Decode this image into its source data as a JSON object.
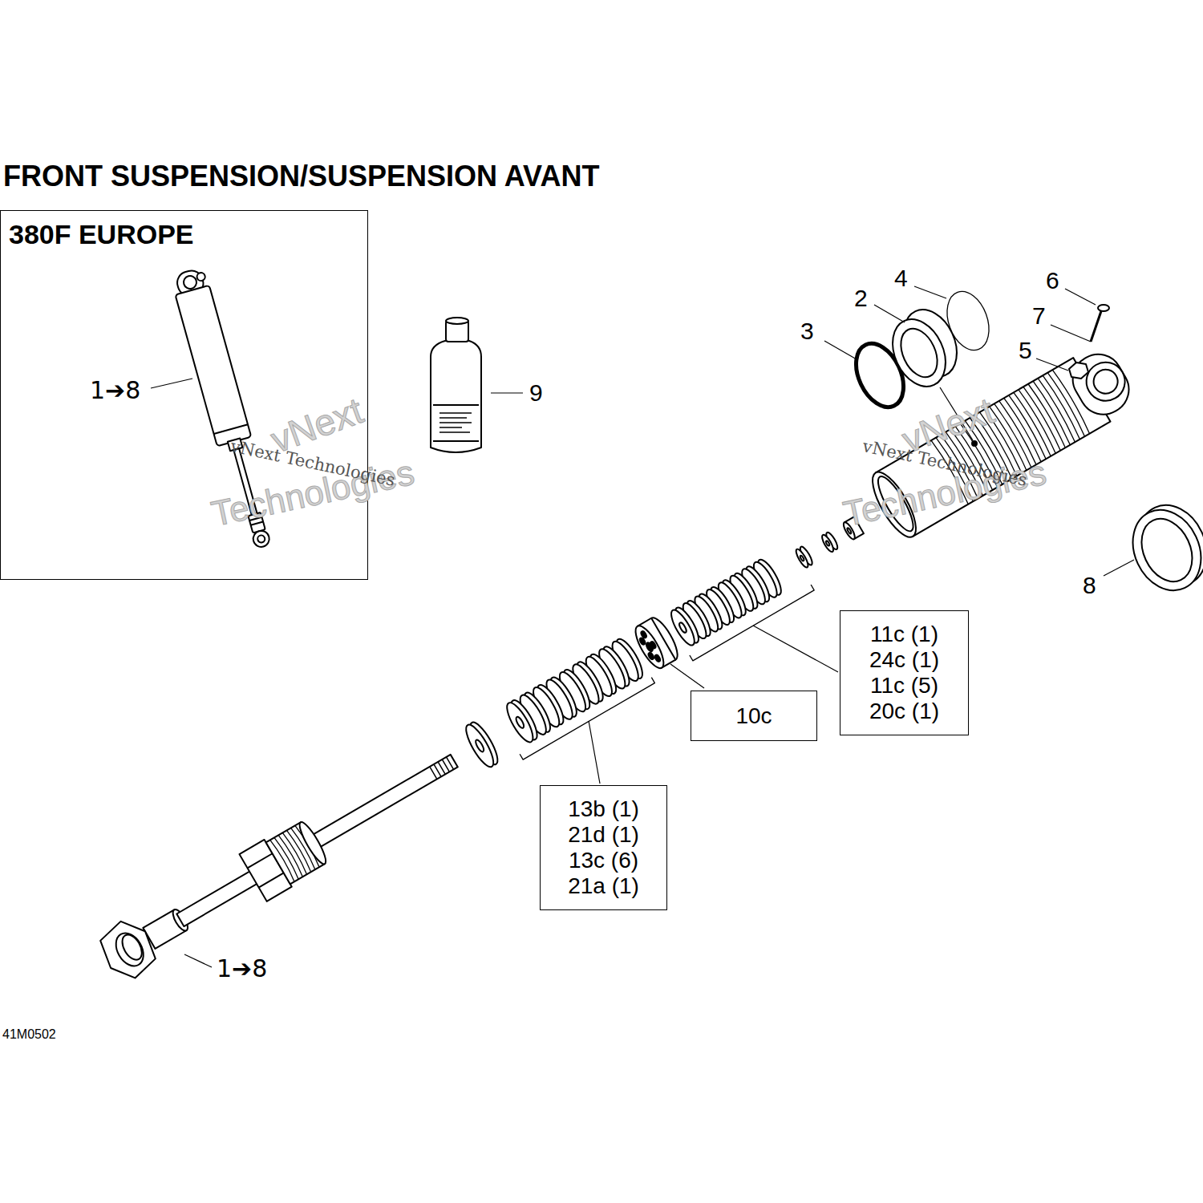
{
  "diagram": {
    "title": "FRONT SUSPENSION/SUSPENSION AVANT",
    "nodes": [
      {
        "text": [
          "380F EUROPE"
        ]
      },
      {
        "text": [
          "11c (1)",
          "24c (1)",
          "11c (5)",
          "20c (1)"
        ]
      },
      {
        "text": [
          "10c"
        ]
      },
      {
        "text": [
          "13b (1)",
          "21d (1)",
          "13c (6)",
          "21a (1)"
        ]
      }
    ],
    "labels": [
      "1➔8",
      "9",
      "4",
      "2",
      "3",
      "6",
      "7",
      "5",
      "8",
      "1➔8",
      "41M0502",
      "vNext",
      "Technologies",
      "vNext Technologies",
      "vNext",
      "Technologies",
      "vNext Technologies"
    ]
  }
}
